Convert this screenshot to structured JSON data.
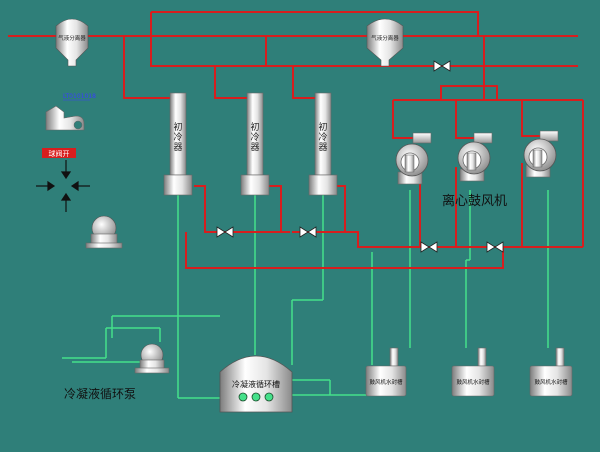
{
  "separators": [
    {
      "label": "气液分离器"
    },
    {
      "label": "气液分离器"
    }
  ],
  "tag_value": "LT0101018",
  "status_badge": "球阀开",
  "coolers": [
    {
      "label": [
        "初",
        "冷",
        "器"
      ]
    },
    {
      "label": [
        "初",
        "冷",
        "器"
      ]
    },
    {
      "label": [
        "初",
        "冷",
        "器"
      ]
    }
  ],
  "blowers_title": "离心鼓风机",
  "tank_label": "冷凝液循环槽",
  "pump_label": "冷凝液循环泵",
  "seal_tanks": [
    {
      "label": "鼓风机水封槽"
    },
    {
      "label": "鼓风机水封槽"
    },
    {
      "label": "鼓风机水封槽"
    }
  ],
  "colors": {
    "background": "#2f7f79",
    "gas_pipe": "#d81e1e",
    "liquid_pipe": "#45e08a",
    "status_badge": "#d81e1e",
    "tag_value": "#3a3cff"
  }
}
